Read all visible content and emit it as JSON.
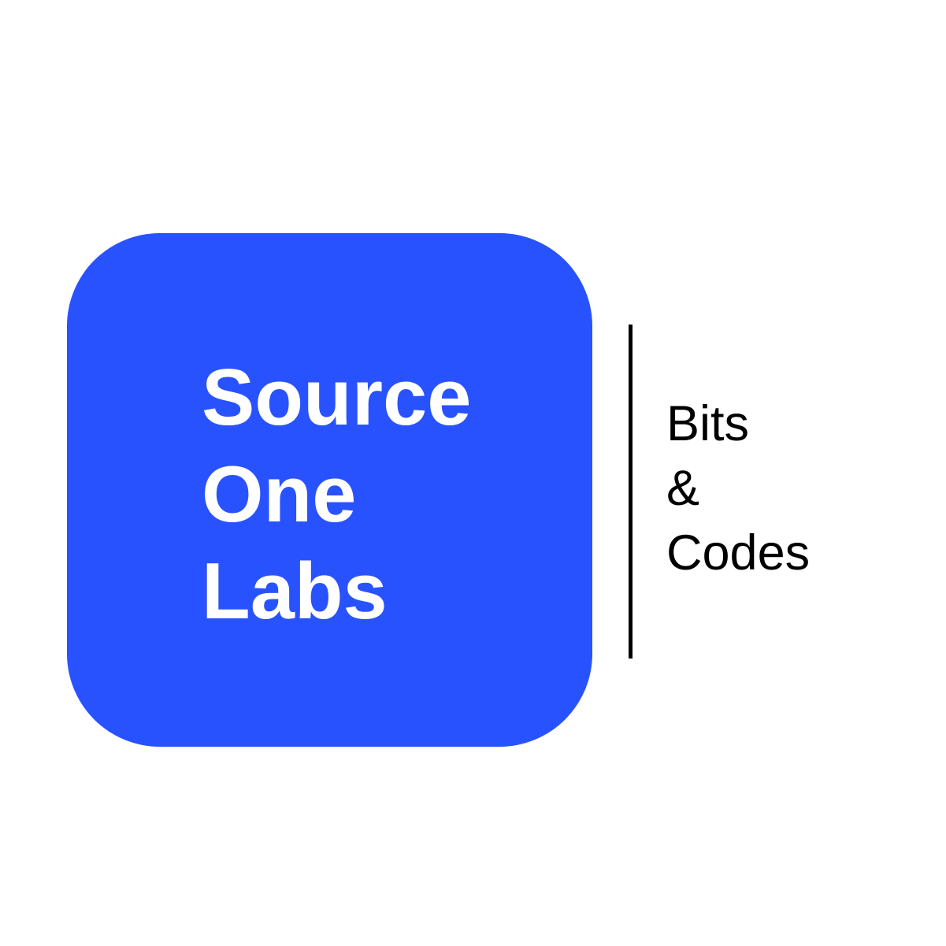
{
  "logo": {
    "name_lines": [
      "Source",
      "One",
      "Labs"
    ],
    "box_color": "#2952ff",
    "text_color": "#ffffff"
  },
  "tagline": {
    "lines": [
      "Bits",
      "&",
      "Codes"
    ],
    "text_color": "#000000"
  },
  "divider": {
    "color": "#000000"
  }
}
